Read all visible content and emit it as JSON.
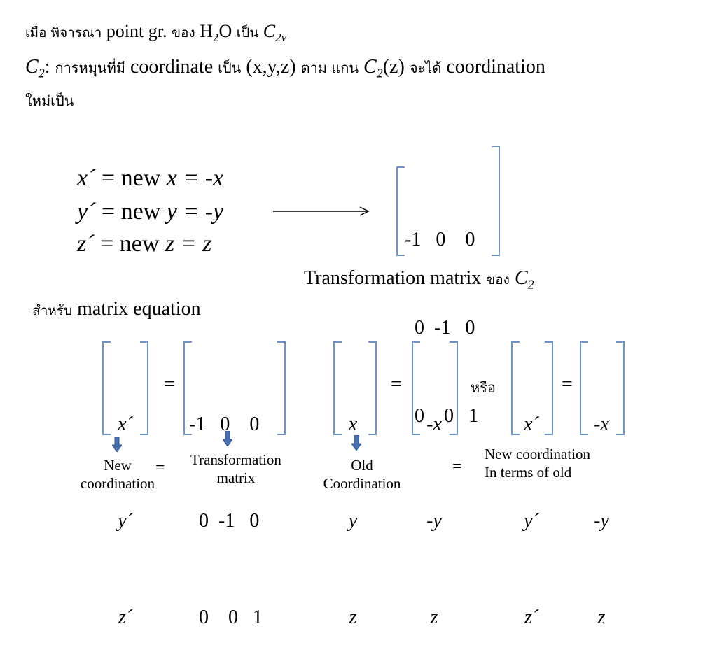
{
  "intro": {
    "line1_thai_a": "เมื่อ พิจารณา",
    "line1_text": " point gr. ",
    "line1_thai_b": "ของ",
    "line1_mol_h": " H",
    "line1_mol_sub": "2",
    "line1_mol_o": "O ",
    "line1_thai_c": "เป็น",
    "line1_group": " C",
    "line1_group_sub": "2v",
    "line2_c": "C",
    "line2_c_sub": "2",
    "line2_colon": ": ",
    "line2_thai_a": "การหมุนที่มี",
    "line2_text_a": " coordinate ",
    "line2_thai_b": "เป็น",
    "line2_text_b": " (x,y,z) ",
    "line2_thai_c": "ตาม แกน",
    "line2_c2": " C",
    "line2_c2_sub": "2",
    "line2_text_c": "(z) ",
    "line2_thai_d": "จะได้",
    "line2_text_d": " coordination",
    "line3_thai": "ใหม่เป็น"
  },
  "equations": [
    {
      "lhs": "x´",
      "mid": " = new ",
      "var": "x",
      "rhs": " = -x"
    },
    {
      "lhs": "y´",
      "mid": " = new ",
      "var": "y",
      "rhs": " = -y"
    },
    {
      "lhs": "z´",
      "mid": "  = new ",
      "var": "z",
      "rhs": " =  z"
    }
  ],
  "matrix": {
    "rows": [
      "-1   0    0",
      "  0  -1   0",
      "  0    0   1"
    ]
  },
  "caption": {
    "text": "Transformation matrix ",
    "thai": "ของ",
    "c": " C",
    "c_sub": "2"
  },
  "subtitle": {
    "thai": "สำหรับ",
    "text": " matrix equation"
  },
  "bottom": {
    "new_vec": [
      "x´",
      "y´",
      "z´"
    ],
    "trans_rows": [
      "-1   0    0",
      "  0  -1   0",
      "  0    0   1"
    ],
    "old_vec": [
      "x",
      "y",
      "z"
    ],
    "result_vec": [
      "-x",
      "-y",
      "z"
    ],
    "or_thai": "หรือ",
    "new_vec2": [
      "x´",
      "y´",
      "z´"
    ],
    "result_vec2": [
      "-x",
      "-y",
      "z"
    ],
    "eq_sign": "=",
    "label_new": "New\ncoordination",
    "label_trans": "Transformation\nmatrix",
    "label_old": "Old\nCoordination",
    "label_terms": "New coordination\nIn terms of old"
  },
  "colors": {
    "bracket": "#6f93c4",
    "arrow": "#4a72b0"
  }
}
